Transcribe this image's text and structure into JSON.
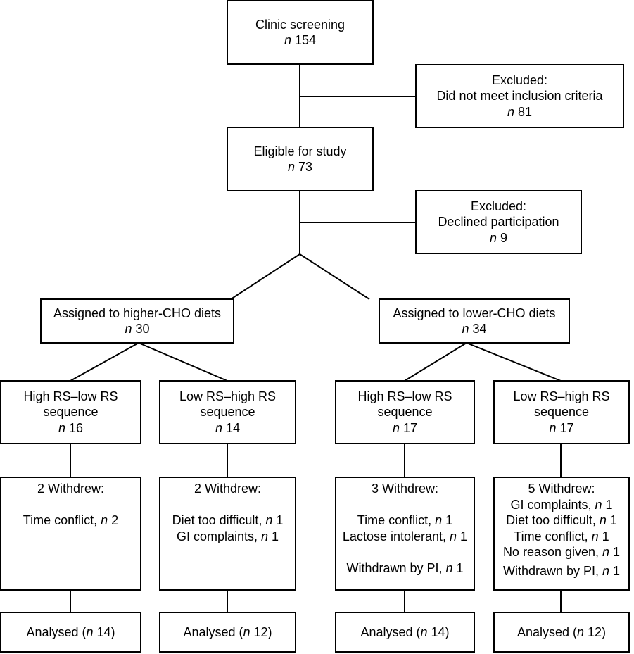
{
  "screening": {
    "title": "Clinic screening",
    "n": "n",
    "count": " 154"
  },
  "excluded1": {
    "title": "Excluded:",
    "reason": "Did not meet inclusion criteria",
    "n": "n",
    "count": " 81"
  },
  "eligible": {
    "title": "Eligible for study",
    "n": "n",
    "count": " 73"
  },
  "excluded2": {
    "title": "Excluded:",
    "reason": "Declined participation",
    "n": "n",
    "count": " 9"
  },
  "arm_high": {
    "title": "Assigned to higher-CHO diets",
    "n": "n",
    "count": " 30"
  },
  "arm_low": {
    "title": "Assigned to lower-CHO diets",
    "n": "n",
    "count": " 34"
  },
  "groups": [
    {
      "line1": "High RS–low RS",
      "line2": "sequence",
      "n": "n",
      "count": " 16"
    },
    {
      "line1": "Low RS–high RS",
      "line2": "sequence",
      "n": "n",
      "count": " 14"
    },
    {
      "line1": "High RS–low RS",
      "line2": "sequence",
      "n": "n",
      "count": " 17"
    },
    {
      "line1": "Low RS–high RS",
      "line2": "sequence",
      "n": "n",
      "count": " 17"
    }
  ],
  "withdrew": [
    {
      "title": "2 Withdrew:",
      "reasons": [
        {
          "text": "Time conflict, ",
          "n": "n",
          "count": " 2"
        }
      ]
    },
    {
      "title": "2 Withdrew:",
      "reasons": [
        {
          "text": "Diet too difficult, ",
          "n": "n",
          "count": " 1"
        },
        {
          "text": "GI complaints, ",
          "n": "n",
          "count": " 1"
        }
      ]
    },
    {
      "title": "3 Withdrew:",
      "reasons": [
        {
          "text": "Time conflict, ",
          "n": "n",
          "count": " 1"
        },
        {
          "text": "Lactose intolerant, ",
          "n": "n",
          "count": " 1"
        },
        {
          "text": "Withdrawn by PI, ",
          "n": "n",
          "count": " 1"
        }
      ]
    },
    {
      "title": "5 Withdrew:",
      "reasons": [
        {
          "text": "GI complaints, ",
          "n": "n",
          "count": " 1"
        },
        {
          "text": "Diet too difficult, ",
          "n": "n",
          "count": " 1"
        },
        {
          "text": "Time conflict, ",
          "n": "n",
          "count": " 1"
        },
        {
          "text": "No reason given, ",
          "n": "n",
          "count": " 1"
        },
        {
          "text": "Withdrawn by PI, ",
          "n": "n",
          "count": " 1"
        }
      ]
    }
  ],
  "analysed": [
    {
      "pre": "Analysed (",
      "n": "n",
      "post": " 14)"
    },
    {
      "pre": "Analysed (",
      "n": "n",
      "post": " 12)"
    },
    {
      "pre": "Analysed (",
      "n": "n",
      "post": " 14)"
    },
    {
      "pre": "Analysed (",
      "n": "n",
      "post": " 12)"
    }
  ]
}
